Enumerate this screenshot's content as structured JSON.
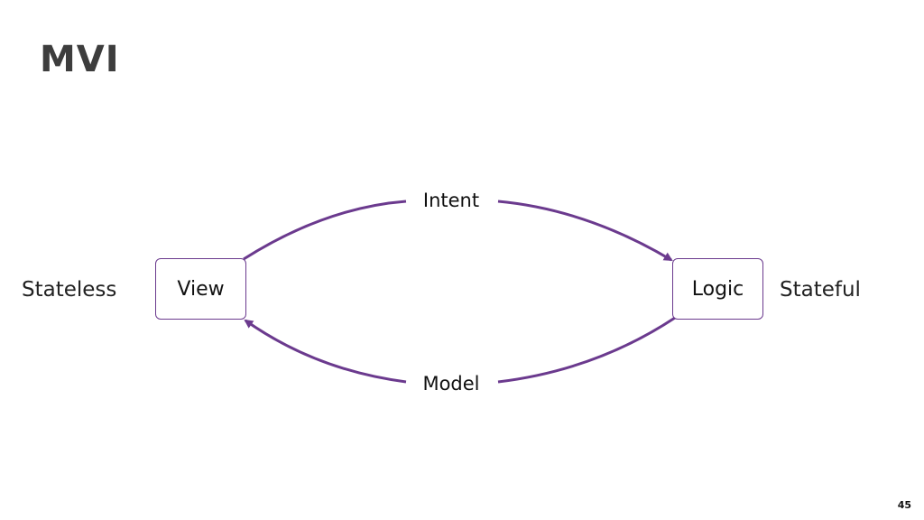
{
  "slide": {
    "title": "MVI",
    "page_number": "45"
  },
  "diagram": {
    "nodes": {
      "view": "View",
      "logic": "Logic"
    },
    "side_labels": {
      "left": "Stateless",
      "right": "Stateful"
    },
    "edges": {
      "top": "Intent",
      "bottom": "Model"
    },
    "colors": {
      "accent": "#6b3a8e"
    }
  }
}
